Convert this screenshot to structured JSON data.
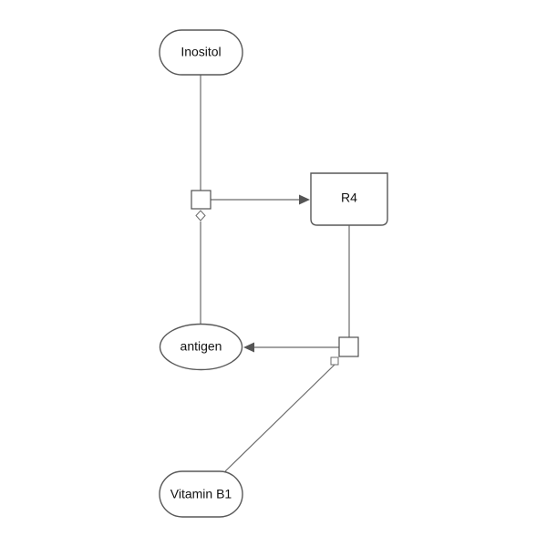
{
  "diagram": {
    "nodes": {
      "inositol": {
        "label": "Inositol"
      },
      "r4": {
        "label": "R4"
      },
      "antigen": {
        "label": "antigen"
      },
      "vitamin_b1": {
        "label": "Vitamin B1"
      }
    }
  }
}
